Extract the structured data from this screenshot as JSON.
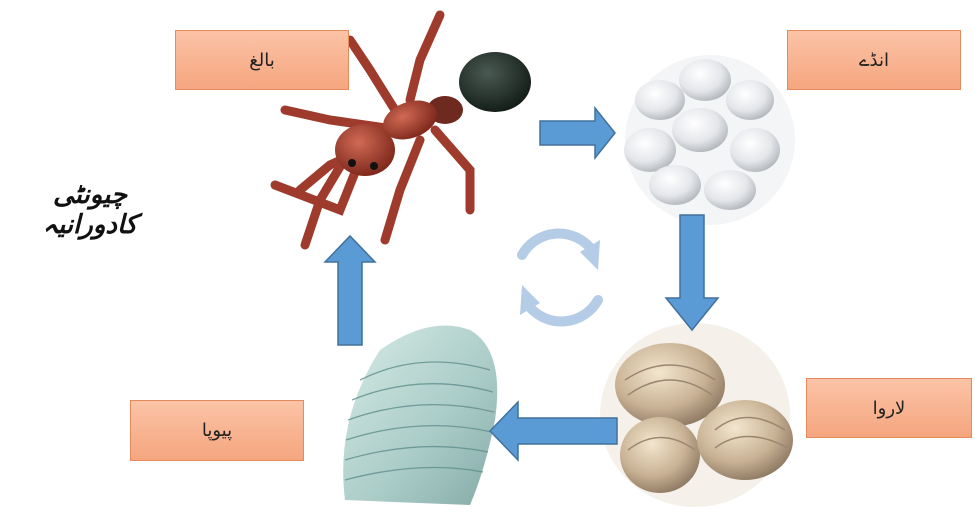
{
  "title": "چیونٹی کادورانیہ",
  "stages": {
    "adult": "بالغ",
    "eggs": "انڈے",
    "larva": "لاروا",
    "pupa": "پیوپا"
  },
  "colors": {
    "label_fill": "#f8b28f",
    "label_border": "#e58a5c",
    "arrow": "#5b9bd5",
    "arrow_border": "#41719c",
    "cycle_icon": "#b4cce6"
  }
}
